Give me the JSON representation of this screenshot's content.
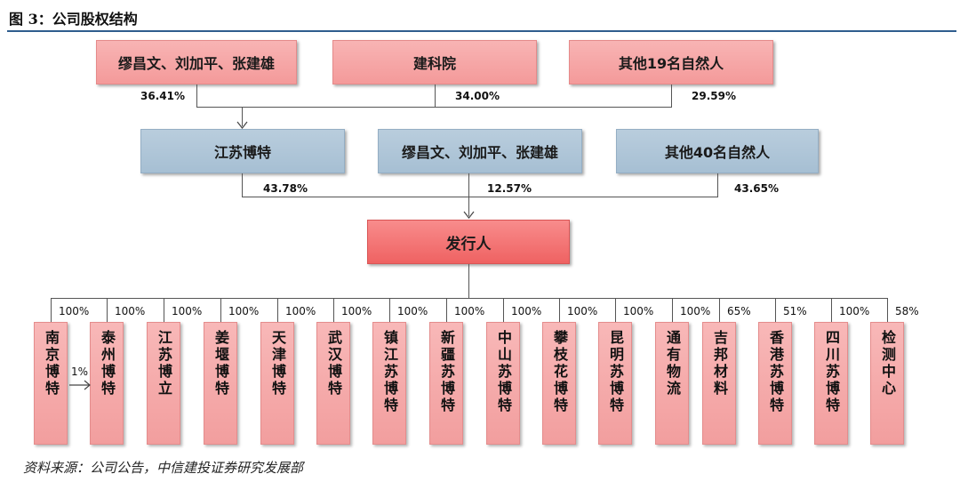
{
  "title": "图 3：公司股权结构",
  "source": "资料来源：公司公告，中信建投证券研究发展部",
  "level1": [
    {
      "name": "缪昌文、刘加平、张建雄",
      "pct": "36.41%"
    },
    {
      "name": "建科院",
      "pct": "34.00%"
    },
    {
      "name": "其他19名自然人",
      "pct": "29.59%"
    }
  ],
  "level2": [
    {
      "name": "江苏博特",
      "pct": "43.78%"
    },
    {
      "name": "缪昌文、刘加平、张建雄",
      "pct": "12.57%"
    },
    {
      "name": "其他40名自然人",
      "pct": "43.65%"
    }
  ],
  "issuer": "发行人",
  "subsidiaries": [
    {
      "name": "南京博特",
      "pct": "100%"
    },
    {
      "name": "泰州博特",
      "pct": "100%"
    },
    {
      "name": "江苏博立",
      "pct": "100%"
    },
    {
      "name": "姜堰博特",
      "pct": "100%"
    },
    {
      "name": "天津博特",
      "pct": "100%"
    },
    {
      "name": "武汉博特",
      "pct": "100%"
    },
    {
      "name": "镇江苏博特",
      "pct": "100%"
    },
    {
      "name": "新疆苏博特",
      "pct": "100%"
    },
    {
      "name": "中山苏博特",
      "pct": "100%"
    },
    {
      "name": "攀枝花博特",
      "pct": "100%"
    },
    {
      "name": "昆明苏博特",
      "pct": "100%"
    },
    {
      "name": "通有物流",
      "pct": "100%"
    },
    {
      "name": "吉邦材料",
      "pct": "65%"
    },
    {
      "name": "香港苏博特",
      "pct": "51%"
    },
    {
      "name": "四川苏博特",
      "pct": "100%"
    },
    {
      "name": "检测中心",
      "pct": "58%"
    }
  ],
  "cross_holding": "1%"
}
